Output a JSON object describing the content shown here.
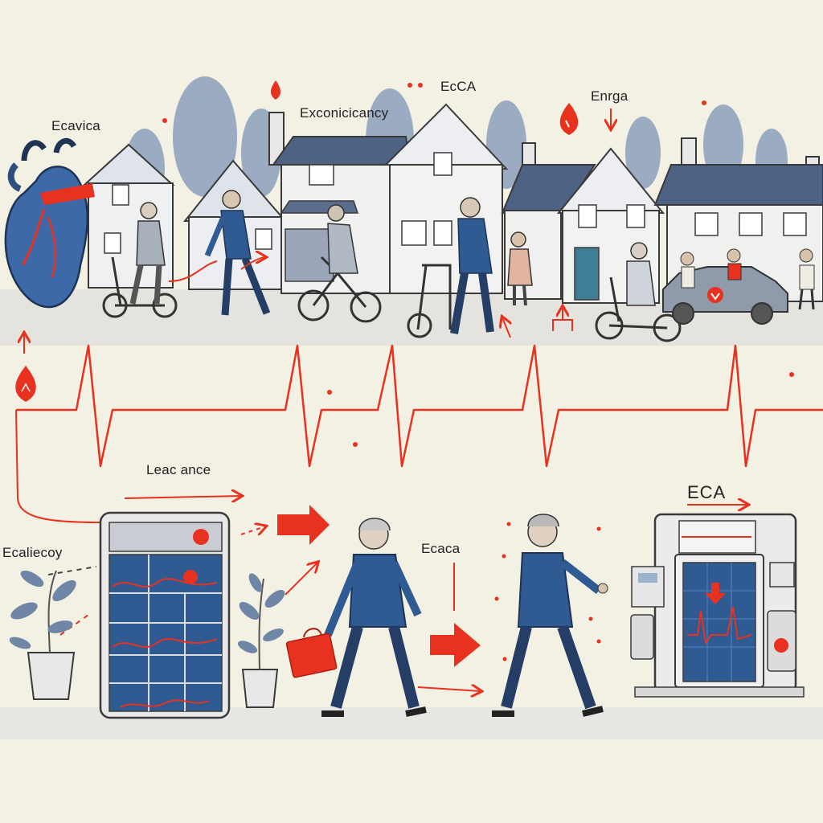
{
  "labels": {
    "top_left": "Ecavica",
    "top_center": "Exconicicancy",
    "top_eca": "EcCA",
    "top_right": "Enrga",
    "middle_center": "Leac ance",
    "bottom_left": "Ecaliecoy",
    "bottom_middle": "Ecaca",
    "bottom_right": "ECA"
  },
  "colors": {
    "background": "#f3f0e4",
    "accent_red": "#e8321f",
    "navy": "#2f5a92",
    "slate": "#6f86a6",
    "ground": "#dcdcd8",
    "outline": "#3a3a3a"
  },
  "icons": [
    "heart-organ-icon",
    "blood-drop-icon",
    "house-icon",
    "bicycle-icon",
    "walker-icon",
    "car-icon",
    "potted-plant-icon",
    "shopping-bag-icon",
    "server-rack-icon",
    "ecg-machine-icon",
    "arrow-right-icon"
  ]
}
